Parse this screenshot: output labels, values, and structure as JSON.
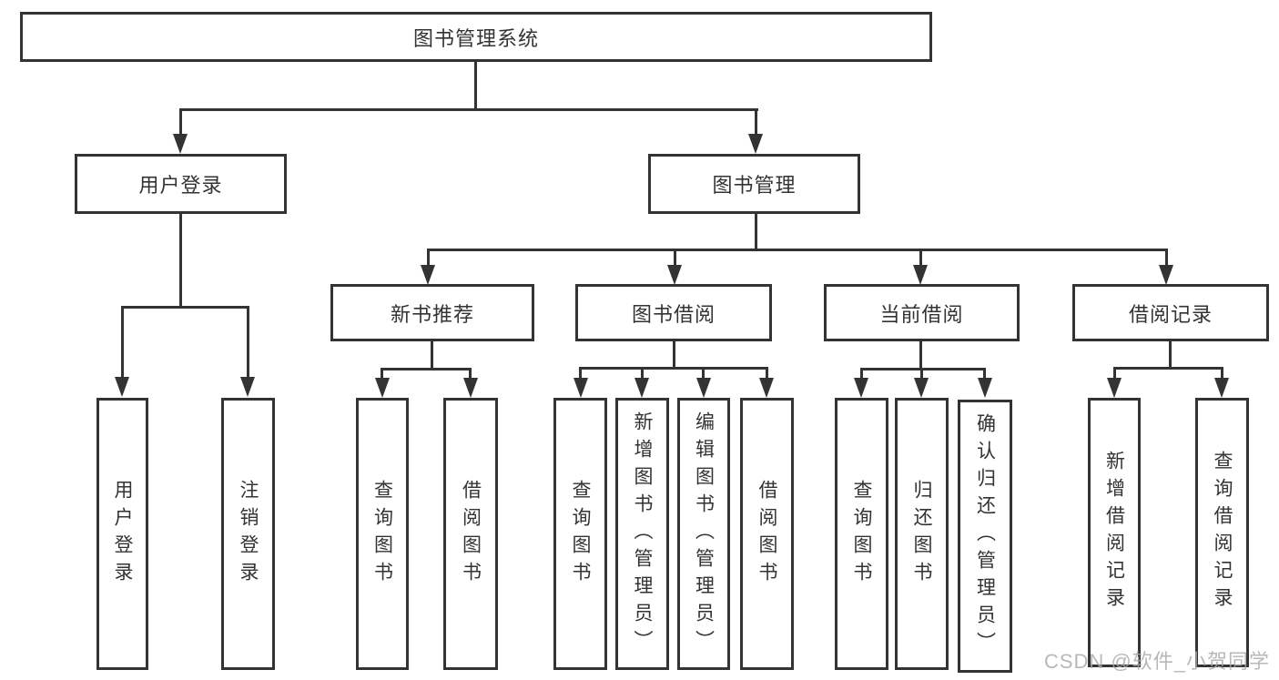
{
  "colors": {
    "line": "#333333",
    "text": "#333333",
    "background": "#ffffff",
    "watermark": "#a8a8a8"
  },
  "watermark": "CSDN @软件_小贺同学",
  "tree": {
    "root": "图书管理系统",
    "branches": [
      {
        "label": "用户登录",
        "leaves": [
          "用户登录",
          "注销登录"
        ]
      },
      {
        "label": "图书管理",
        "groups": [
          {
            "label": "新书推荐",
            "leaves": [
              "查询图书",
              "借阅图书"
            ]
          },
          {
            "label": "图书借阅",
            "leaves": [
              "查询图书",
              "新增图书（管理员）",
              "编辑图书（管理员）",
              "借阅图书"
            ]
          },
          {
            "label": "当前借阅",
            "leaves": [
              "查询图书",
              "归还图书",
              "确认归还（管理员）"
            ]
          },
          {
            "label": "借阅记录",
            "leaves": [
              "新增借阅记录",
              "查询借阅记录"
            ]
          }
        ]
      }
    ]
  }
}
